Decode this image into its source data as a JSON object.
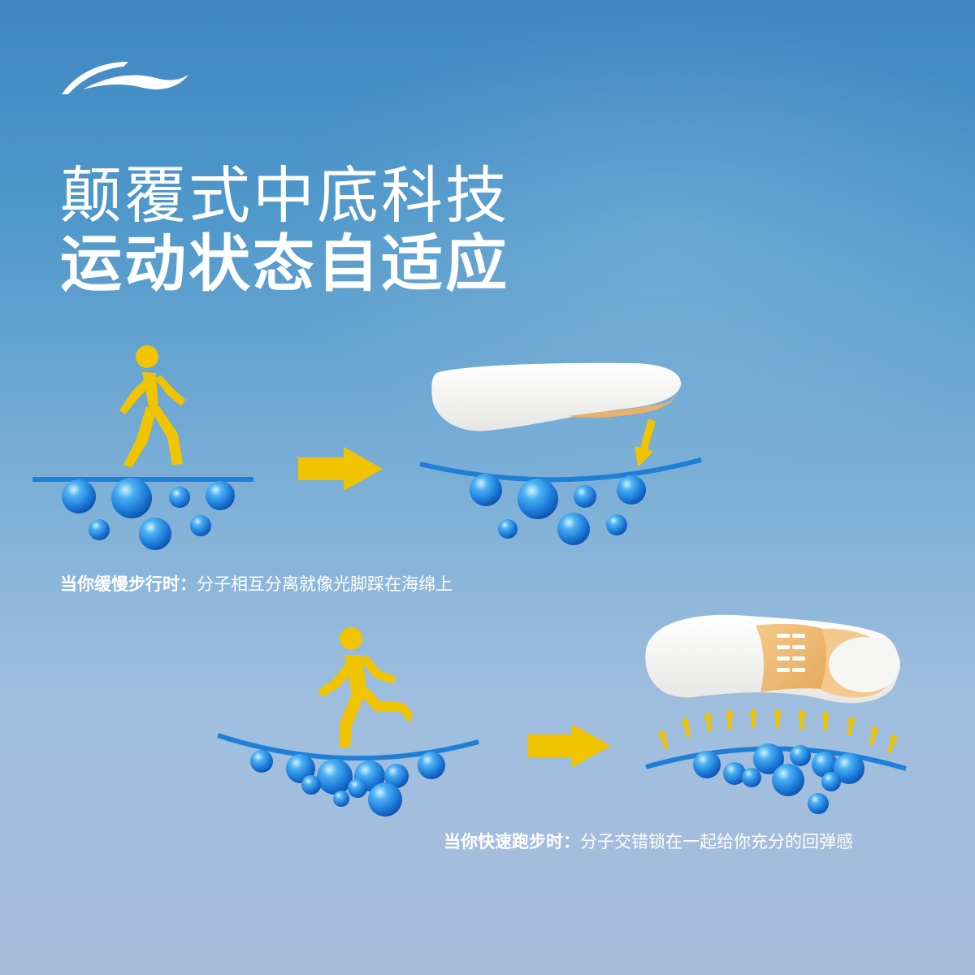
{
  "brand": {
    "logo_icon": "li-ning-swoosh-logo"
  },
  "headline": {
    "line1": "颠覆式中底科技",
    "line2": "运动状态自适应"
  },
  "walking": {
    "caption_lead": "当你缓慢步行时：",
    "caption_text": "分子相互分离就像光脚踩在海绵上"
  },
  "running": {
    "caption_lead": "当你快速跑步时：",
    "caption_text": "分子交错锁在一起给你充分的回弹感"
  },
  "colors": {
    "accent_yellow": "#f0c400",
    "molecule_blue": "#2f8fe0",
    "surface_blue": "#1f7fd6",
    "text": "#ffffff"
  }
}
